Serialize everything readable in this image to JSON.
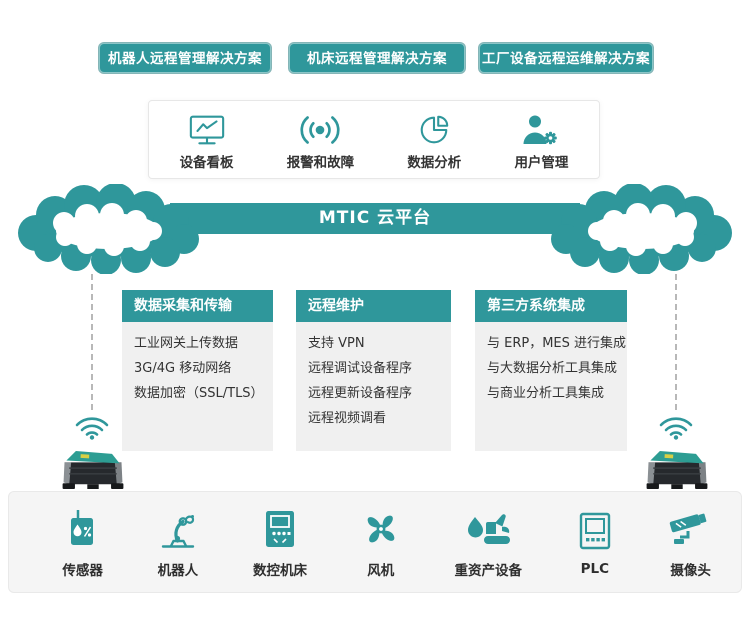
{
  "colors": {
    "accent": "#2f979b",
    "device-teal": "#2f979b",
    "column-bg": "#f0f0f0",
    "strip-bg": "#f5f5f5",
    "dash-gray": "#b8b8b8",
    "text-dark": "#333333",
    "gateway-dark": "#26292d",
    "gateway-label": "#2d9d93",
    "gateway-logo": "#d6cf45"
  },
  "solutions": [
    "机器人远程管理解决方案",
    "机床远程管理解决方案",
    "工厂设备远程运维解决方案"
  ],
  "features": [
    {
      "icon": "monitor-chart-icon",
      "label": "设备看板"
    },
    {
      "icon": "wireless-signal-icon",
      "label": "报警和故障"
    },
    {
      "icon": "pie-chart-icon",
      "label": "数据分析"
    },
    {
      "icon": "user-gear-icon",
      "label": "用户管理"
    }
  ],
  "cloud_platform": {
    "label": "MTIC 云平台"
  },
  "columns": [
    {
      "title": "数据采集和传输",
      "items": [
        "工业网关上传数据",
        "3G/4G 移动网络",
        "数据加密（SSL/TLS）"
      ]
    },
    {
      "title": "远程维护",
      "items": [
        "支持 VPN",
        "远程调试设备程序",
        "远程更新设备程序",
        "远程视频调看"
      ]
    },
    {
      "title": "第三方系统集成",
      "items": [
        "与 ERP，MES 进行集成",
        "与大数据分析工具集成",
        "与商业分析工具集成"
      ]
    }
  ],
  "devices": [
    {
      "icon": "sensor-icon",
      "label": "传感器"
    },
    {
      "icon": "robot-arm-icon",
      "label": "机器人"
    },
    {
      "icon": "cnc-machine-icon",
      "label": "数控机床"
    },
    {
      "icon": "fan-icon",
      "label": "风机"
    },
    {
      "icon": "heavy-equipment-icon",
      "label": "重资产设备"
    },
    {
      "icon": "plc-icon",
      "label": "PLC"
    },
    {
      "icon": "camera-icon",
      "label": "摄像头"
    }
  ]
}
